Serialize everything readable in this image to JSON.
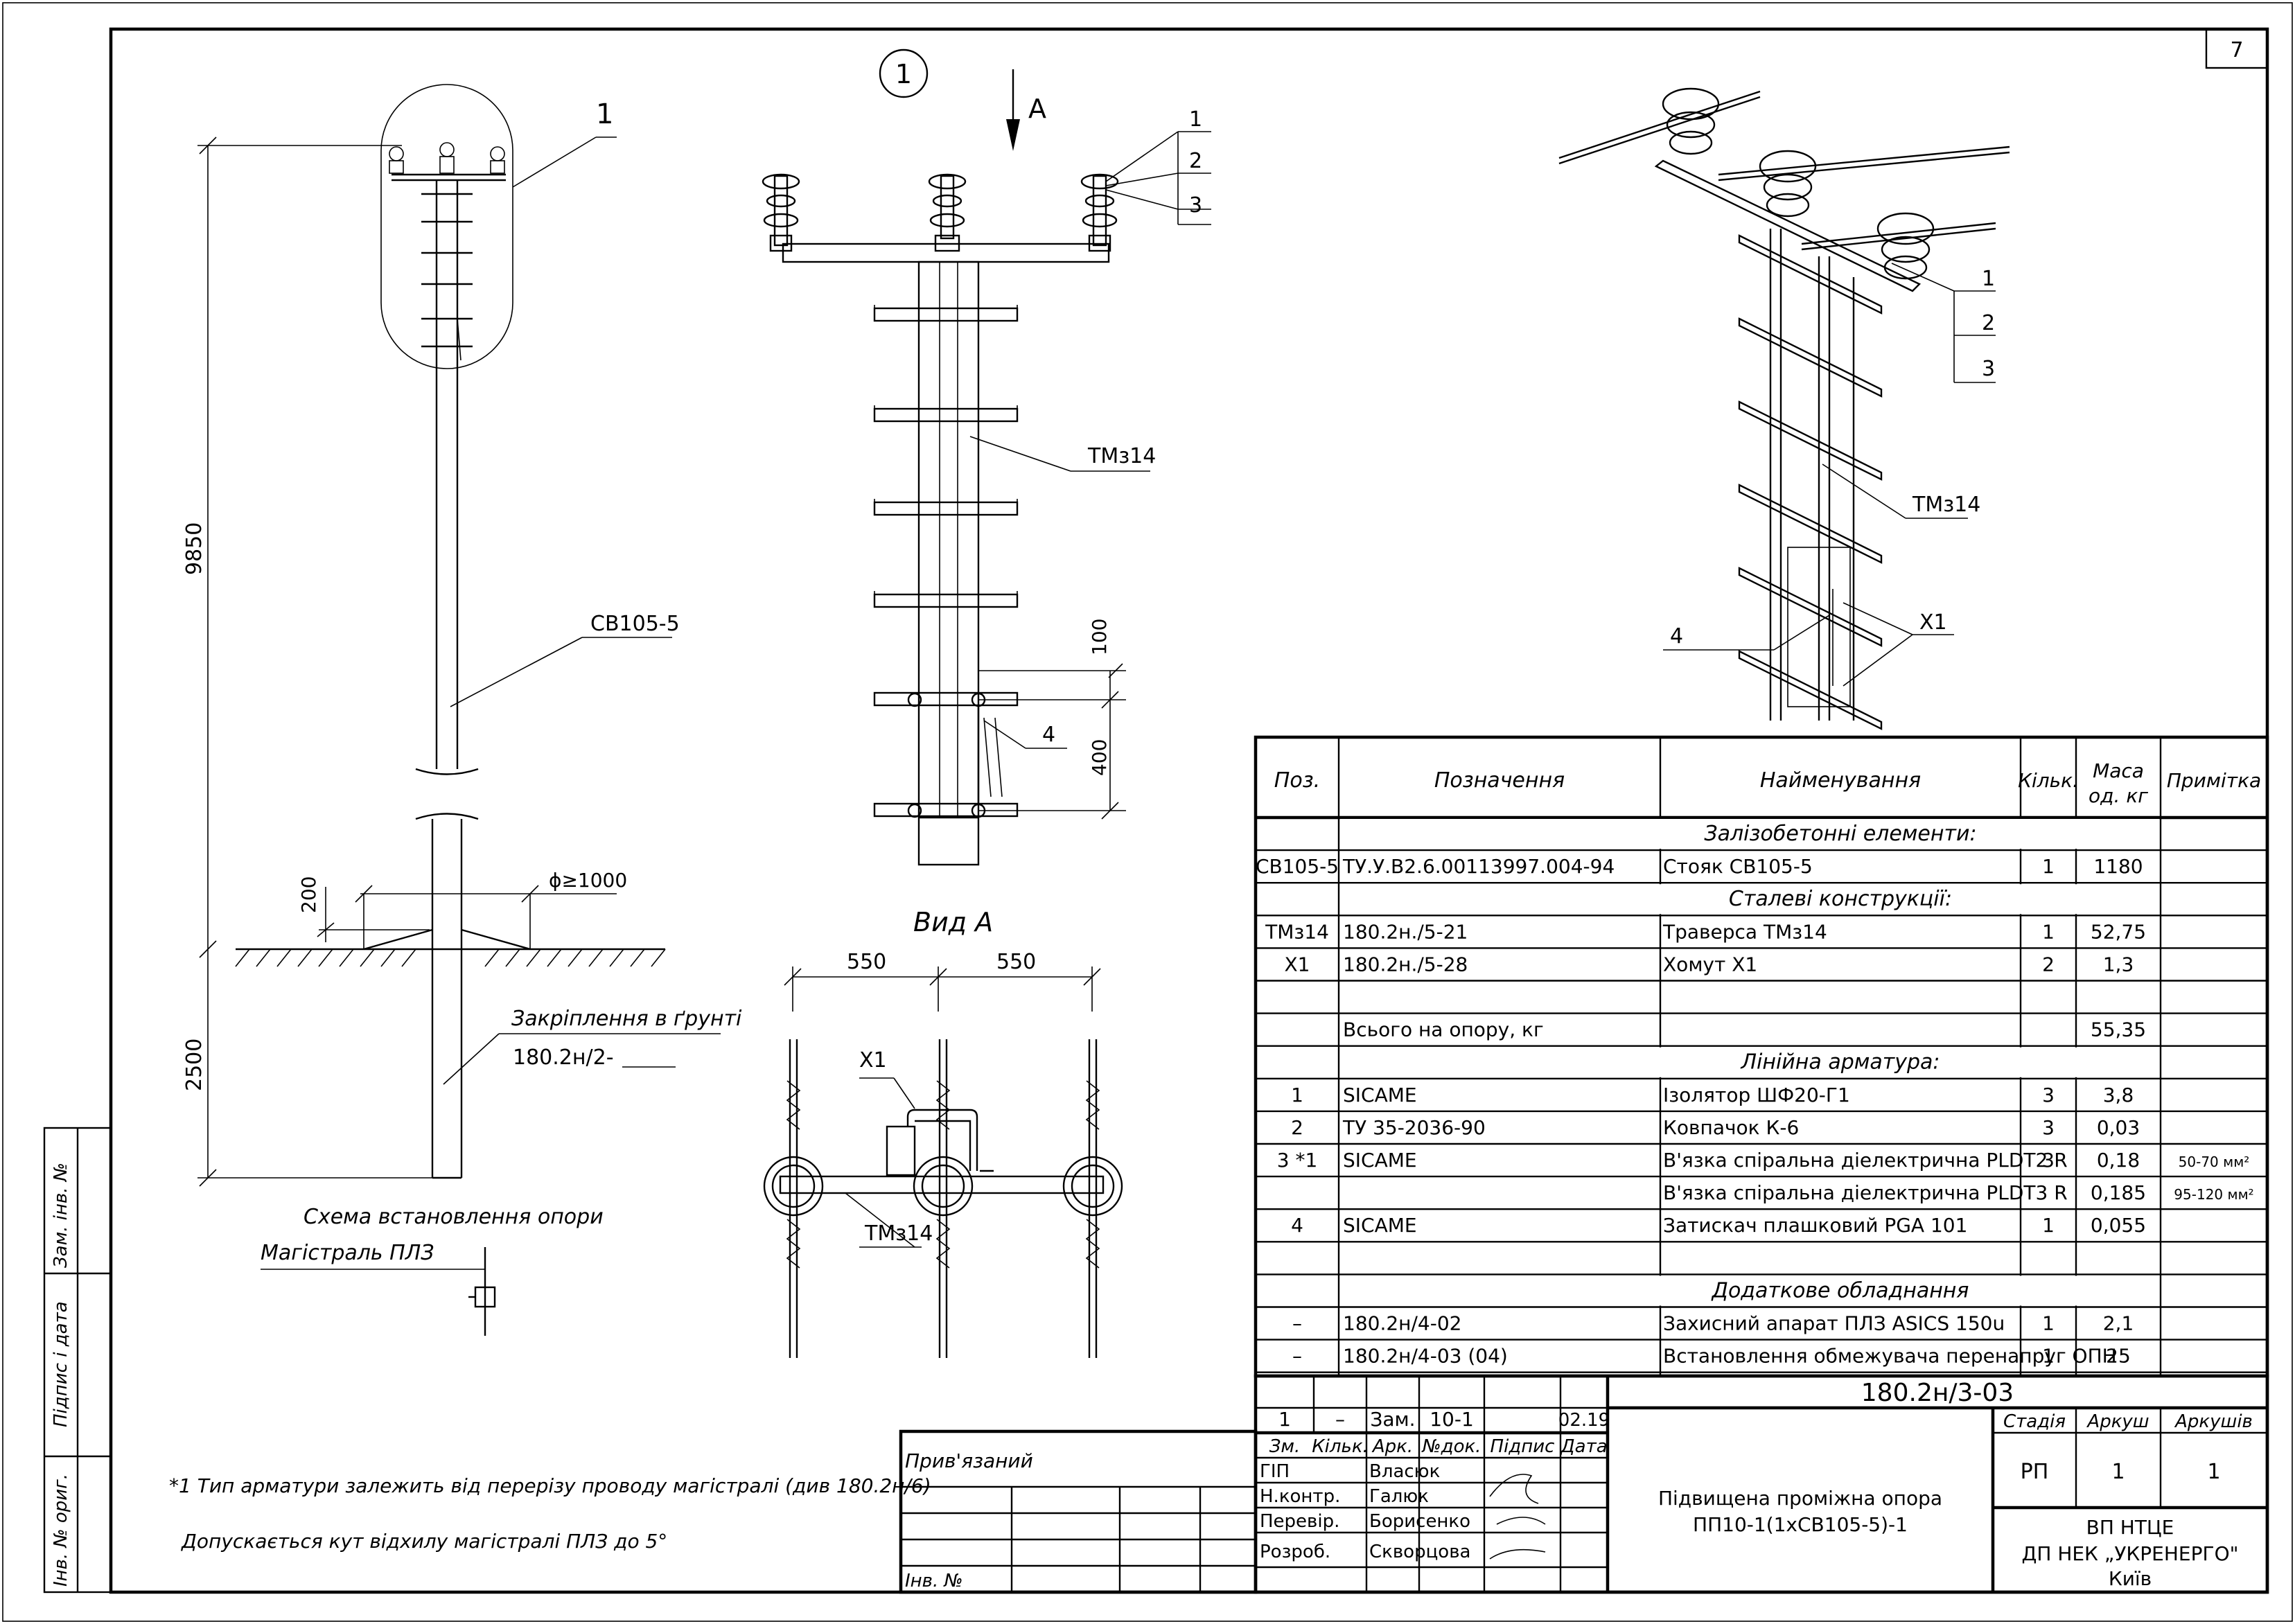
{
  "sheet_number": "7",
  "left_stamp": {
    "zam_inv": "Зам. інв. №",
    "pidpys_data": "Підпис і дата",
    "inv_origin": "Інв. № ориг."
  },
  "pole_view": {
    "callout": "1",
    "height_above": "9850",
    "depth_below": "2500",
    "pole_label": "СВ105-5",
    "mound_height": "200",
    "mound_diameter": "ϕ≥1000",
    "anchoring_label": "Закріплення в ґрунті",
    "anchoring_ref": "180.2н/2-",
    "install_title": "Схема встановлення опори",
    "line_label": "Магістраль ПЛЗ"
  },
  "detail_view": {
    "circle_label": "1",
    "view_arrow": "А",
    "parts": [
      "1",
      "2",
      "3"
    ],
    "crossarm_label": "ТМз14",
    "dim_100": "100",
    "dim_400": "400",
    "part4": "4",
    "view_a_title": "Вид А"
  },
  "view_a": {
    "dim_left": "550",
    "dim_right": "550",
    "clamp_label": "Х1",
    "crossarm_label": "ТМз14"
  },
  "iso_view": {
    "parts": [
      "1",
      "2",
      "3"
    ],
    "crossarm_label": "ТМз14",
    "clamp_label": "Х1",
    "part4": "4"
  },
  "notes": {
    "note1": "*1 Тип арматури залежить від перерізу проводу магістралі (див 180.2н/6)",
    "note2": "Допускається кут відхилу магістралі ПЛЗ до 5°"
  },
  "spec_table": {
    "headers": [
      "Поз.",
      "Позначення",
      "Найменування",
      "Кільк.",
      "Маса од. кг",
      "Примітка"
    ],
    "rows": [
      {
        "type": "section",
        "name": "Залізобетонні елементи:"
      },
      {
        "pos": "СВ105-5",
        "designation": "ТУ.У.В2.6.00113997.004-94",
        "name": "Стояк СВ105-5",
        "qty": "1",
        "mass": "1180",
        "note": ""
      },
      {
        "type": "section",
        "name": "Сталеві конструкції:"
      },
      {
        "pos": "ТМз14",
        "designation": "180.2н./5-21",
        "name": "Траверса ТМз14",
        "qty": "1",
        "mass": "52,75",
        "note": ""
      },
      {
        "pos": "Х1",
        "designation": "180.2н./5-28",
        "name": "Хомут Х1",
        "qty": "2",
        "mass": "1,3",
        "note": ""
      },
      {
        "pos": "",
        "designation": "",
        "name": "",
        "qty": "",
        "mass": "",
        "note": ""
      },
      {
        "pos": "",
        "designation": "Всього на опору, кг",
        "name": "",
        "qty": "",
        "mass": "55,35",
        "note": ""
      },
      {
        "type": "section",
        "name": "Лінійна арматура:"
      },
      {
        "pos": "1",
        "designation": "SICAME",
        "name": "Ізолятор ШФ20-Г1",
        "qty": "3",
        "mass": "3,8",
        "note": ""
      },
      {
        "pos": "2",
        "designation": "ТУ 35-2036-90",
        "name": "Ковпачок К-6",
        "qty": "3",
        "mass": "0,03",
        "note": ""
      },
      {
        "pos": "3 *1",
        "designation": "SICAME",
        "name": "В'язка спіральна діелектрична PLDT2 R",
        "qty": "3",
        "mass": "0,18",
        "note": "50-70 мм²"
      },
      {
        "pos": "",
        "designation": "",
        "name": "В'язка спіральна діелектрична PLDT3 R",
        "qty": "",
        "mass": "0,185",
        "note": "95-120 мм²"
      },
      {
        "pos": "4",
        "designation": "SICAME",
        "name": "Затискач плашковий PGA 101",
        "qty": "1",
        "mass": "0,055",
        "note": ""
      },
      {
        "pos": "",
        "designation": "",
        "name": "",
        "qty": "",
        "mass": "",
        "note": ""
      },
      {
        "type": "section",
        "name": "Додаткове обладнання"
      },
      {
        "pos": "–",
        "designation": "180.2н/4-02",
        "name": "Захисний апарат ПЛЗ ASICS 150u",
        "qty": "1",
        "mass": "2,1",
        "note": ""
      },
      {
        "pos": "–",
        "designation": "180.2н/4-03 (04)",
        "name": "Встановлення обмежувача перенапруг ОПН",
        "qty": "1",
        "mass": "25",
        "note": ""
      }
    ]
  },
  "title_block": {
    "change_row": [
      "1",
      "–",
      "Зам.",
      "10-1",
      "",
      "02.19"
    ],
    "change_headers": [
      "Зм.",
      "Кільк.",
      "Арк.",
      "№док.",
      "Підпис",
      "Дата"
    ],
    "roles": [
      {
        "role": "ГІП",
        "name": "Власюк"
      },
      {
        "role": "Н.контр.",
        "name": "Галюк"
      },
      {
        "role": "Перевір.",
        "name": "Борисенко"
      },
      {
        "role": "Розроб.",
        "name": "Скворцова"
      }
    ],
    "code": "180.2н/3-03",
    "title_line1": "Підвищена проміжна опора",
    "title_line2": "ПП10-1(1хСВ105-5)-1",
    "stage_header": "Стадія",
    "sheet_header": "Аркуш",
    "sheets_header": "Аркушів",
    "stage": "РП",
    "sheet": "1",
    "sheets": "1",
    "org_line1": "ВП НТЦЕ",
    "org_line2": "ДП НЕК „УКРЕНЕРГО\"",
    "org_line3": "Київ",
    "pryviazanyi": "Прив'язаний",
    "inv_no": "Інв. №"
  }
}
